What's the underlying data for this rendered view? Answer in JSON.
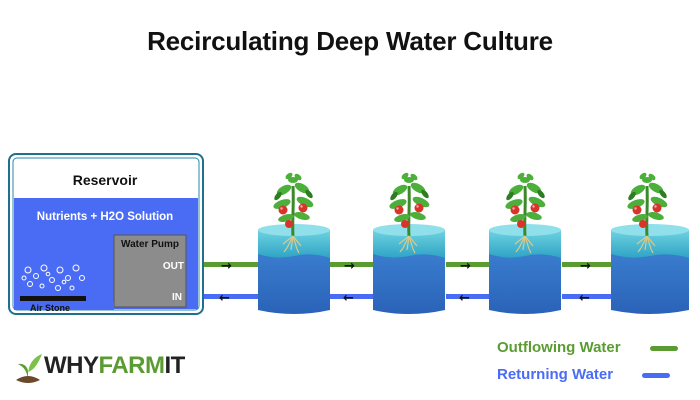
{
  "title": "Recirculating Deep Water Culture",
  "reservoir": {
    "label": "Reservoir",
    "solution_label": "Nutrients + H2O Solution",
    "pump_label": "Water Pump",
    "out_label": "OUT",
    "in_label": "IN",
    "air_stone_label": "Air Stone"
  },
  "legend": {
    "outflowing": "Outflowing Water",
    "returning": "Returning Water"
  },
  "logo": {
    "why": "WHY",
    "farm": "FARM",
    "it": "IT"
  },
  "colors": {
    "outflow": "#5b9c32",
    "return": "#4a6cf5",
    "water": "#4a6cf5",
    "bucket_top": "#5ec8d8",
    "reservoir_border": "#1f6f8f"
  },
  "arrows": [
    "→",
    "←"
  ]
}
